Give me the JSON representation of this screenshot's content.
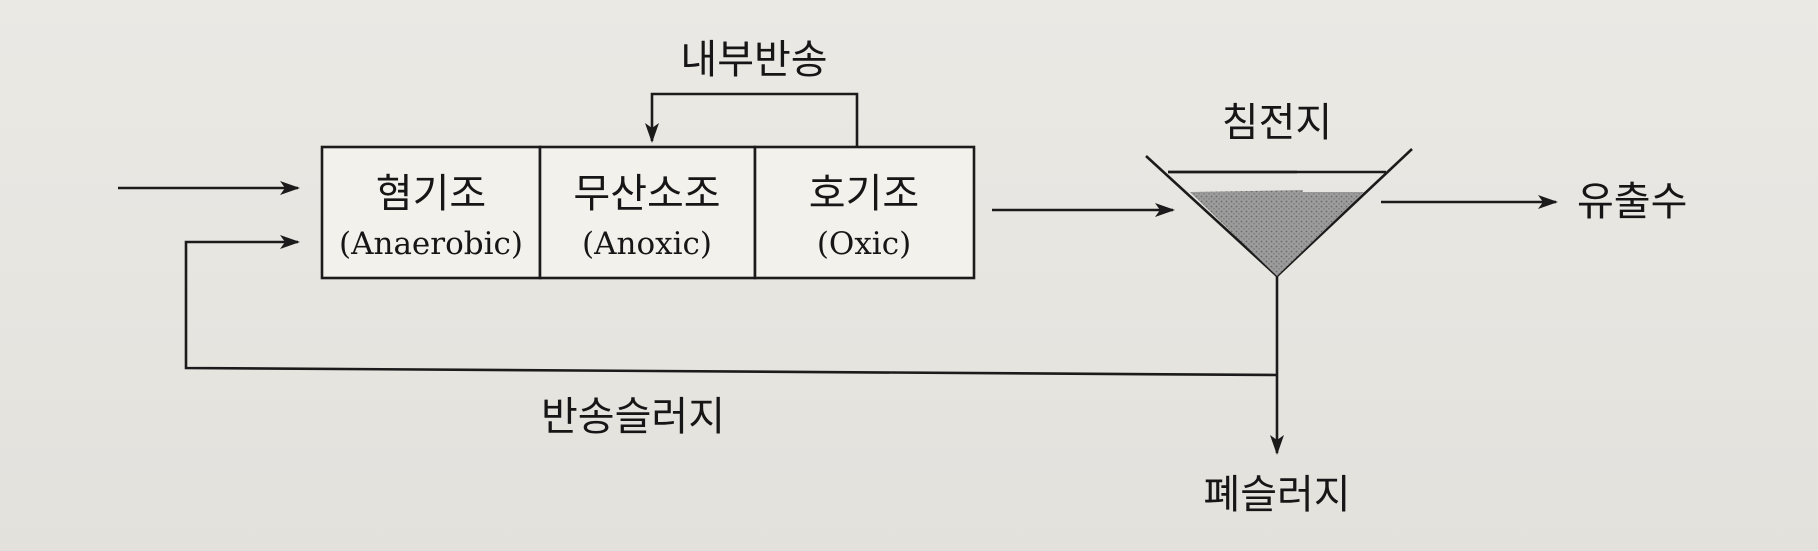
{
  "diagram": {
    "reactors": [
      {
        "ko": "혐기조",
        "en": "(Anaerobic)"
      },
      {
        "ko": "무산소조",
        "en": "(Anoxic)"
      },
      {
        "ko": "호기조",
        "en": "(Oxic)"
      }
    ],
    "internal_recycle": "내부반송",
    "clarifier": "침전지",
    "effluent": "유출수",
    "return_sludge": "반송슬러지",
    "waste_sludge": "폐슬러지"
  }
}
